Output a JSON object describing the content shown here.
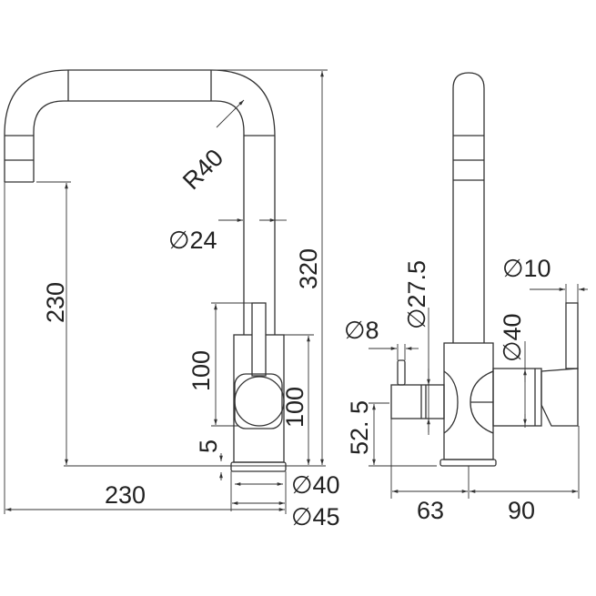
{
  "title": "Kitchen faucet dimension drawing",
  "front_view": {
    "spout_radius": "R40",
    "spout_diameter": "∅24",
    "total_height": "320",
    "spout_outlet_height": "230",
    "lever_height": "100",
    "body_height": "100",
    "base_thickness": "5",
    "body_diameter": "∅40",
    "base_diameter": "∅45",
    "reach": "230"
  },
  "side_view": {
    "spout_base_diameter": "∅27.5",
    "pin_diameter": "∅8",
    "filter_inlet_height": "52. 5",
    "handle_diameter": "∅40",
    "lever_diameter": "∅10",
    "left_depth": "63",
    "right_depth": "90"
  }
}
